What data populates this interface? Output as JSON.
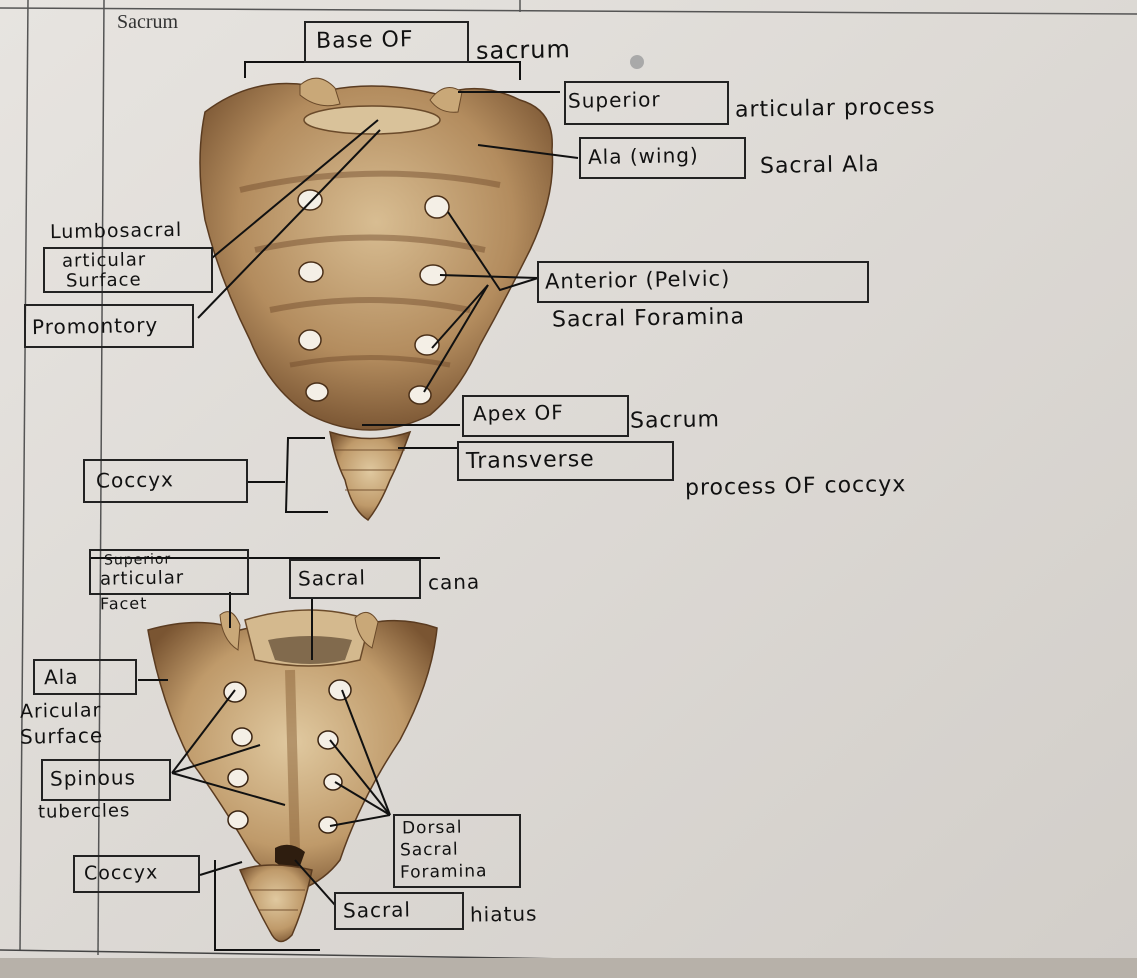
{
  "header": {
    "title": "Sacrum"
  },
  "anterior": {
    "base_of_sacrum_box": "Base OF",
    "base_of_sacrum_rest": "sacrum",
    "superior_articular_box": "Superior",
    "superior_articular_rest": "articular process",
    "ala_box": "Ala (wing)",
    "ala_rest": "Sacral Ala",
    "lumbosacral_line1": "Lumbosacral",
    "lumbosacral_box_line1": "articular",
    "lumbosacral_box_line2": "Surface",
    "promontory": "Promontory",
    "anterior_box": "Anterior (Pelvic)",
    "anterior_rest": "Sacral Foramina",
    "apex_box": "Apex OF",
    "apex_rest": "Sacrum",
    "coccyx_box": "Coccyx",
    "transverse_box": "Transverse",
    "transverse_rest": "process OF coccyx"
  },
  "posterior": {
    "superior_facet_line1": "Superior",
    "superior_facet_line2": "articular",
    "superior_facet_line3": "Facet",
    "sacral_canal_box": "Sacral",
    "sacral_canal_rest": "cana",
    "ala_box": "Ala",
    "auricular_line1": "Aricular",
    "auricular_line2": "Surface",
    "spinous_box": "Spinous",
    "spinous_line2": "tubercles",
    "dorsal_line1": "Dorsal",
    "dorsal_line2": "Sacral",
    "dorsal_line3": "Foramina",
    "coccyx_box": "Coccyx",
    "hiatus_box": "Sacral",
    "hiatus_rest": "hiatus"
  },
  "colors": {
    "paper": "#d9d6d2",
    "bone": "#b8956a",
    "bone_dark": "#6e4a2a",
    "ink": "#111111"
  }
}
